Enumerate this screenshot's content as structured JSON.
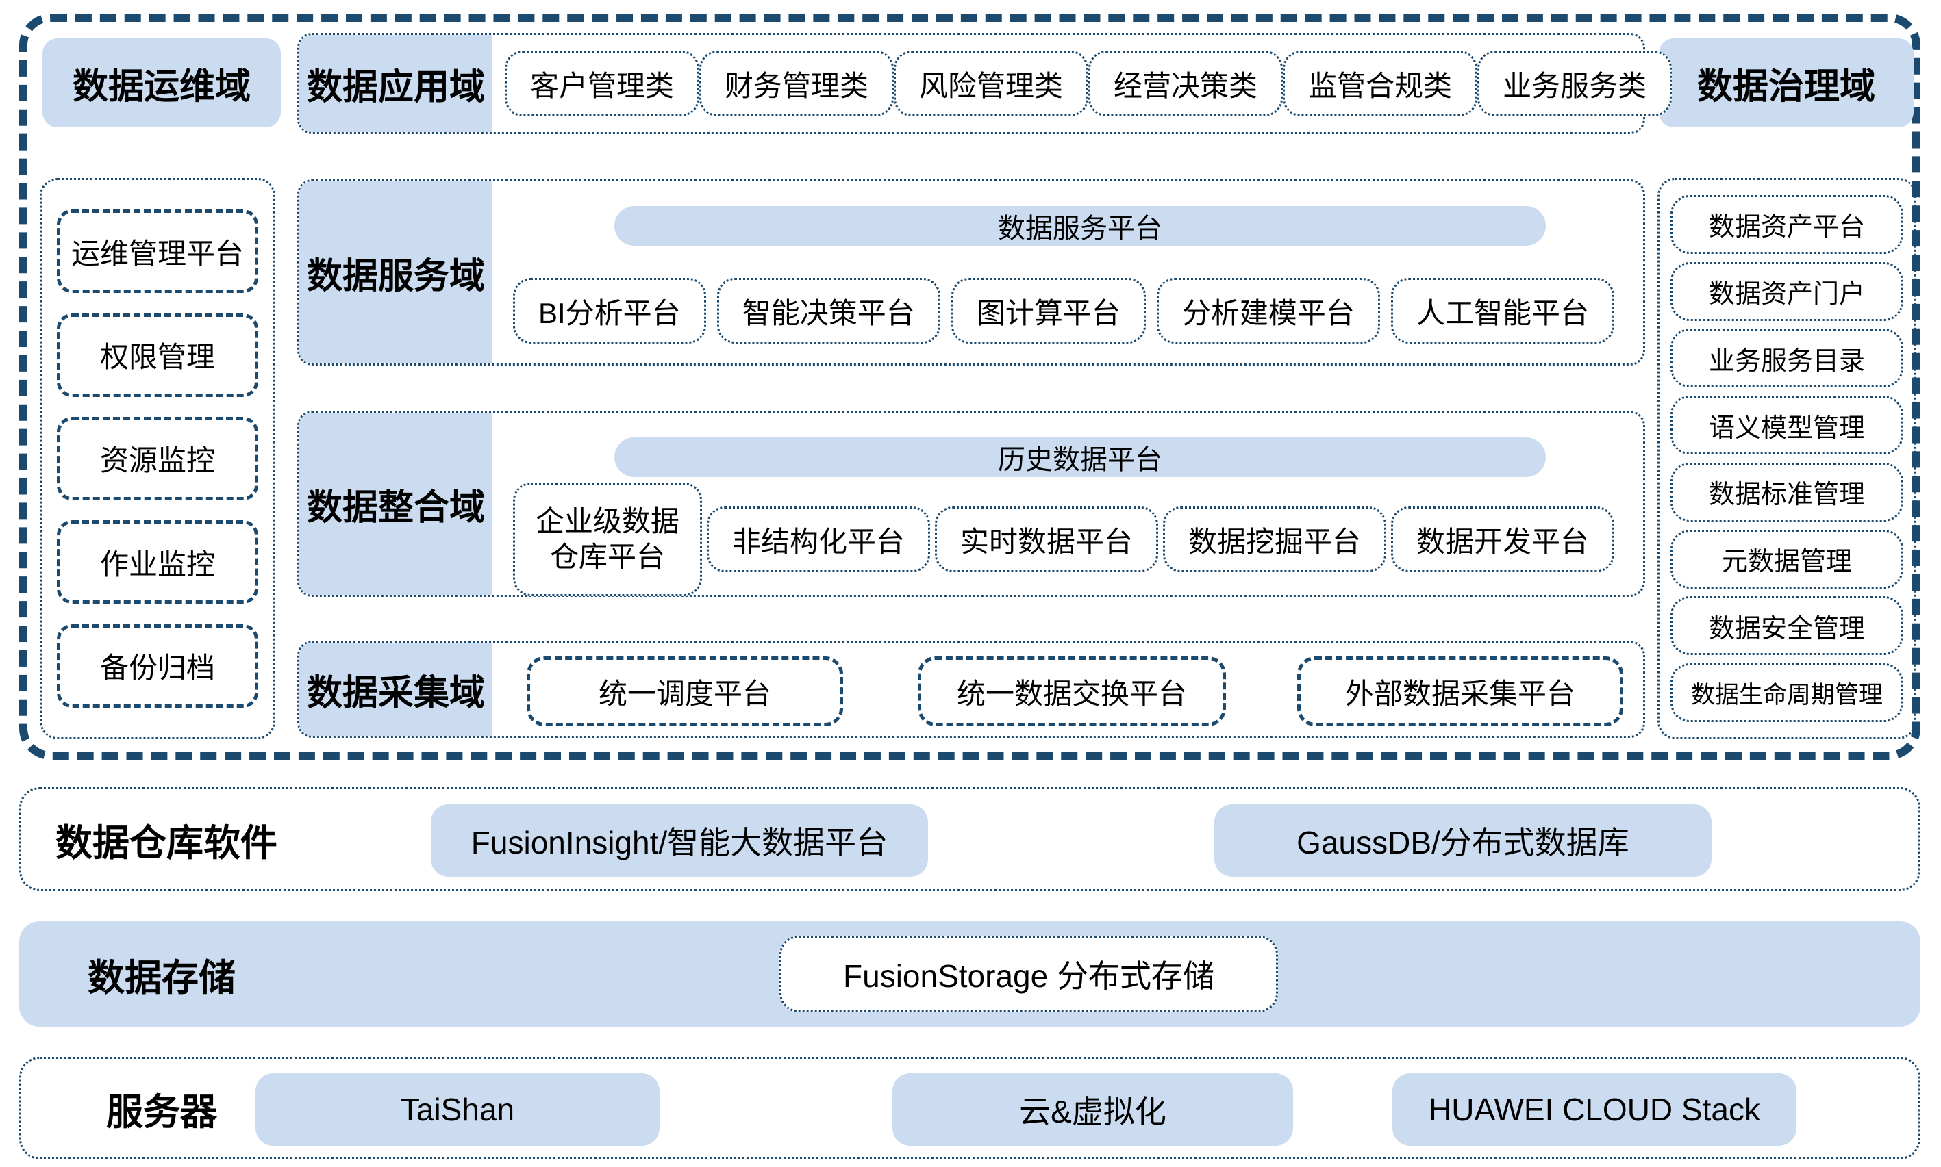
{
  "colors": {
    "fill_blue": "#CBDCF0",
    "border_navy": "#1C4A6E",
    "text": "#000000"
  },
  "architecture": {
    "ops_domain": {
      "title": "数据运维域",
      "items": [
        "运维管理平台",
        "权限管理",
        "资源监控",
        "作业监控",
        "备份归档"
      ]
    },
    "app_domain": {
      "title": "数据应用域",
      "items": [
        "客户管理类",
        "财务管理类",
        "风险管理类",
        "经营决策类",
        "监管合规类",
        "业务服务类"
      ]
    },
    "governance_domain": {
      "title": "数据治理域",
      "items": [
        "数据资产平台",
        "数据资产门户",
        "业务服务目录",
        "语义模型管理",
        "数据标准管理",
        "元数据管理",
        "数据安全管理",
        "数据生命周期管理"
      ]
    },
    "service_domain": {
      "title": "数据服务域",
      "platform": "数据服务平台",
      "items": [
        "BI分析平台",
        "智能决策平台",
        "图计算平台",
        "分析建模平台",
        "人工智能平台"
      ]
    },
    "integration_domain": {
      "title": "数据整合域",
      "platform": "历史数据平台",
      "items": [
        "企业级数据仓库平台",
        "非结构化平台",
        "实时数据平台",
        "数据挖掘平台",
        "数据开发平台"
      ]
    },
    "collection_domain": {
      "title": "数据采集域",
      "items": [
        "统一调度平台",
        "统一数据交换平台",
        "外部数据采集平台"
      ]
    }
  },
  "infrastructure": {
    "warehouse": {
      "title": "数据仓库软件",
      "boxes": [
        "FusionInsight/智能大数据平台",
        "GaussDB/分布式数据库"
      ]
    },
    "storage": {
      "title": "数据存储",
      "boxes": [
        "FusionStorage 分布式存储"
      ]
    },
    "server": {
      "title": "服务器",
      "boxes": [
        "TaiShan",
        "云&虚拟化",
        "HUAWEI CLOUD Stack"
      ]
    }
  }
}
